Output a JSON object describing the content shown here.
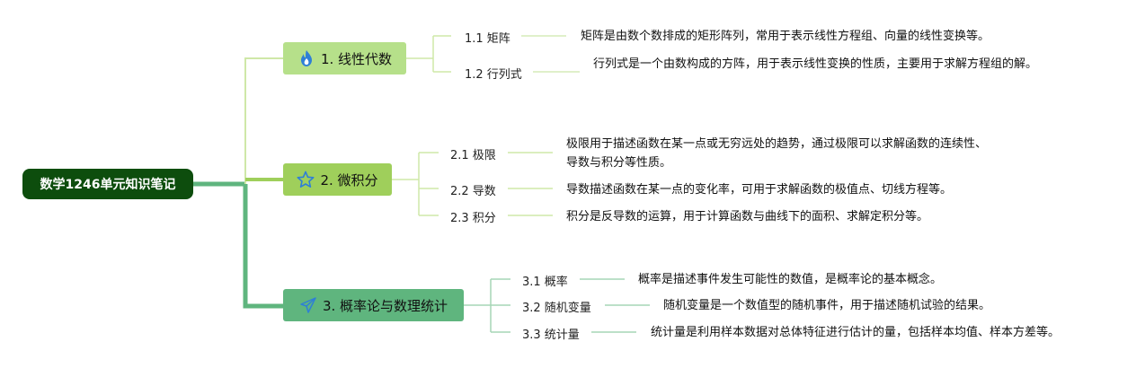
{
  "root": {
    "label": "数学1246单元知识笔记"
  },
  "branches": [
    {
      "label": "1. 线性代数",
      "icon": "fire-icon",
      "children": [
        {
          "label": "1.1 矩阵",
          "desc": "矩阵是由数个数排成的矩形阵列，常用于表示线性方程组、向量的线性变换等。"
        },
        {
          "label": "1.2 行列式",
          "desc": "行列式是一个由数构成的方阵，用于表示线性变换的性质，主要用于求解方程组的解。"
        }
      ]
    },
    {
      "label": "2. 微积分",
      "icon": "star-icon",
      "children": [
        {
          "label": "2.1 极限",
          "desc": "极限用于描述函数在某一点或无穷远处的趋势，通过极限可以求解函数的连续性、导数与积分等性质。"
        },
        {
          "label": "2.2 导数",
          "desc": "导数描述函数在某一点的变化率，可用于求解函数的极值点、切线方程等。"
        },
        {
          "label": "2.3 积分",
          "desc": "积分是反导数的运算，用于计算函数与曲线下的面积、求解定积分等。"
        }
      ]
    },
    {
      "label": "3. 概率论与数理统计",
      "icon": "paper-plane-icon",
      "children": [
        {
          "label": "3.1 概率",
          "desc": "概率是描述事件发生可能性的数值，是概率论的基本概念。"
        },
        {
          "label": "3.2 随机变量",
          "desc": "随机变量是一个数值型的随机事件，用于描述随机试验的结果。"
        },
        {
          "label": "3.3 统计量",
          "desc": "统计量是利用样本数据对总体特征进行估计的量，包括样本均值、样本方差等。"
        }
      ]
    }
  ],
  "colors": {
    "root": "#0d4d0d",
    "branch1": "#b6e08a",
    "branch2": "#9fcf5b",
    "branch3": "#5fb57e"
  }
}
